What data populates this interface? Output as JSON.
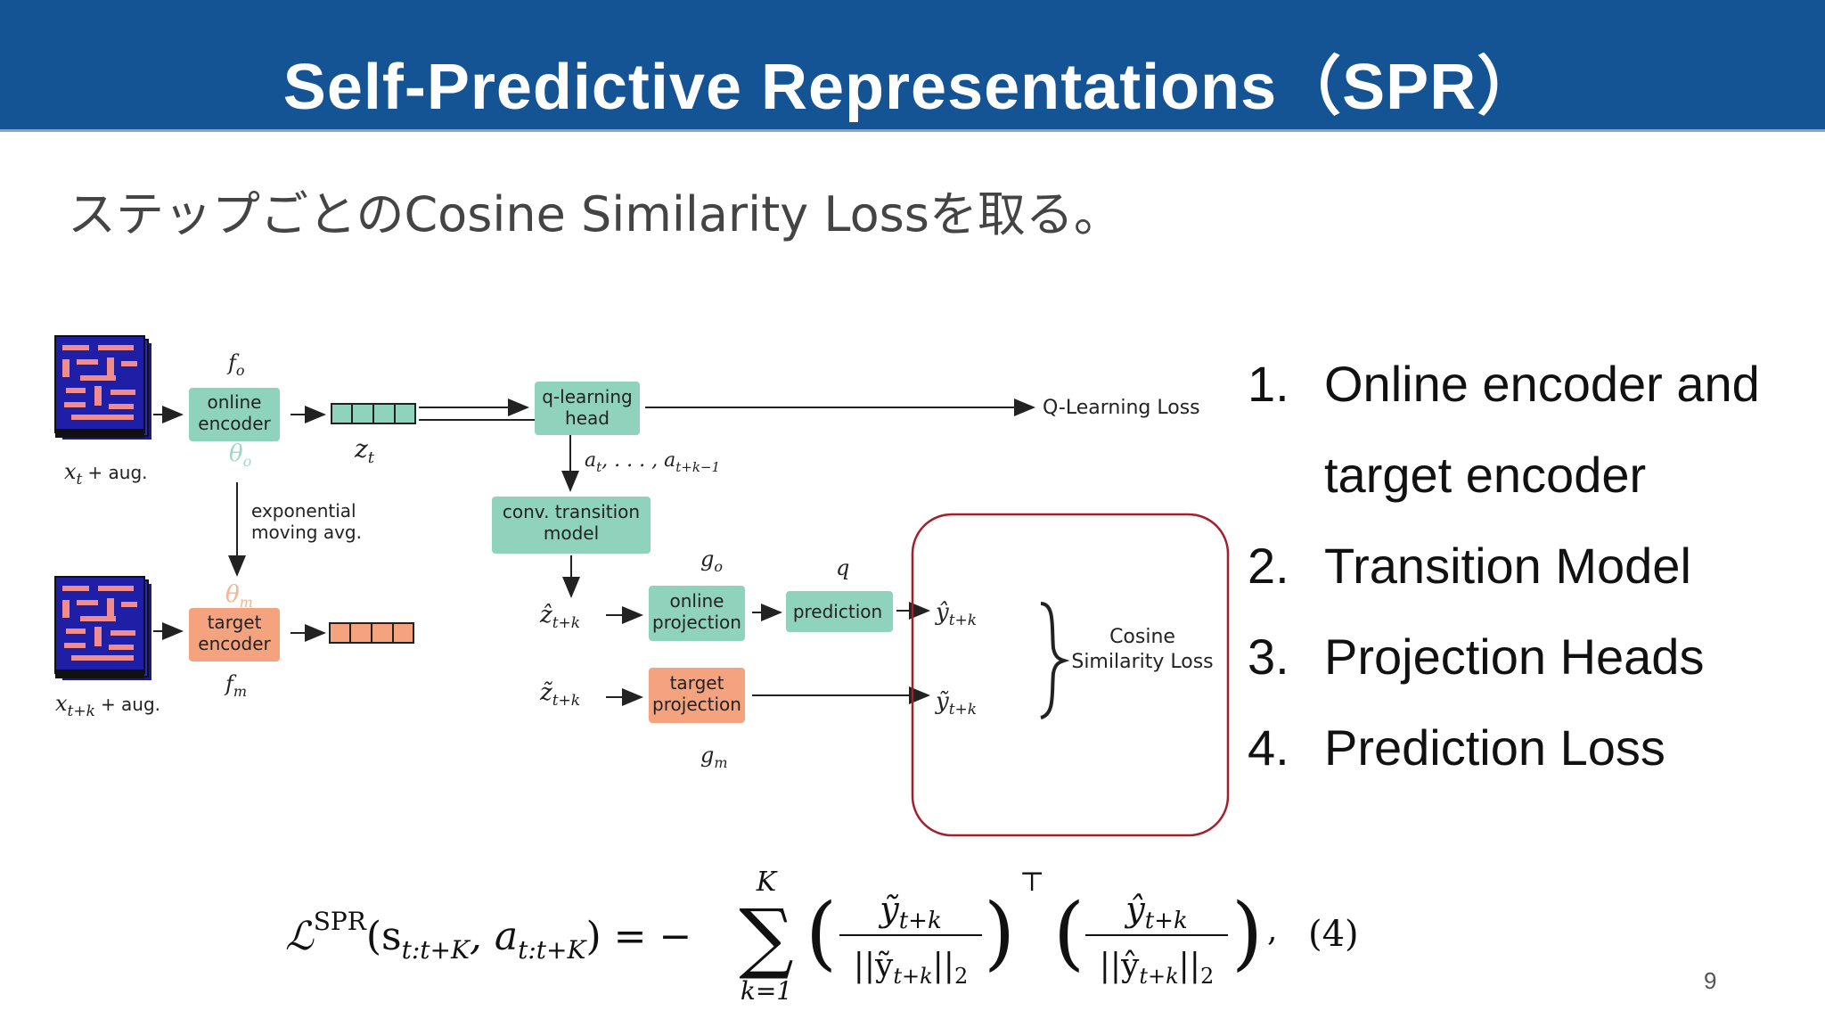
{
  "slide": {
    "title": "Self-Predictive Representations（SPR）",
    "subtitle": "ステップごとのCosine Similarity Lossを取る。",
    "page_number": "9"
  },
  "diagram": {
    "input_online_label": "x",
    "input_online_sub": "t",
    "input_online_suffix": "+ aug.",
    "input_target_label": "x",
    "input_target_sub": "t+k",
    "input_target_suffix": "+ aug.",
    "f_o": "f",
    "f_o_sub": "o",
    "f_m": "f",
    "f_m_sub": "m",
    "theta_o": "θ",
    "theta_o_sub": "o",
    "theta_m": "θ",
    "theta_m_sub": "m",
    "online_encoder": [
      "online",
      "encoder"
    ],
    "target_encoder": [
      "target",
      "encoder"
    ],
    "z_t": "z",
    "z_t_sub": "t",
    "q_learning_head": [
      "q-learning",
      "head"
    ],
    "q_learning_loss": "Q-Learning Loss",
    "actions": "a",
    "actions_sub1": "t",
    "actions_mid": ", . . . , a",
    "actions_sub2": "t+k−1",
    "conv_transition": [
      "conv. transition",
      "model"
    ],
    "ema": [
      "exponential",
      "moving avg."
    ],
    "g_o": "g",
    "g_o_sub": "o",
    "g_m": "g",
    "g_m_sub": "m",
    "q": "q",
    "z_hat": "ẑ",
    "z_hat_sub": "t+k",
    "z_tilde": "z̃",
    "z_tilde_sub": "t+k",
    "online_projection": [
      "online",
      "projection"
    ],
    "target_projection": [
      "target",
      "projection"
    ],
    "prediction": "prediction",
    "y_hat": "ŷ",
    "y_hat_sub": "t+k",
    "y_tilde": "ỹ",
    "y_tilde_sub": "t+k",
    "cosine_loss": [
      "Cosine",
      "Similarity Loss"
    ],
    "colors": {
      "online": "#8fd3bd",
      "target": "#f5a37f",
      "highlight": "#a31f2a"
    }
  },
  "list": [
    {
      "num": "1.",
      "lines": [
        "Online encoder and",
        "target encoder"
      ]
    },
    {
      "num": "2.",
      "lines": [
        "Transition Model"
      ]
    },
    {
      "num": "3.",
      "lines": [
        "Projection Heads"
      ]
    },
    {
      "num": "4.",
      "lines": [
        "Prediction Loss"
      ]
    }
  ],
  "formula": {
    "lhs": "ℒ",
    "lhs_sup": "SPR",
    "lhs_args_open": "(s",
    "lhs_s_sub": "t:t+K",
    "lhs_comma": ", a",
    "lhs_a_sub": "t:t+K",
    "lhs_close": ") = −",
    "sum_top": "K",
    "sum_bottom": "k=1",
    "frac1_num": "ỹ",
    "frac1_num_sub": "t+k",
    "frac1_den": "||ỹ",
    "frac1_den_sub": "t+k",
    "frac1_den_tail": "||",
    "frac1_den_tail_sub": "2",
    "transpose": "⊤",
    "frac2_num": "ŷ",
    "frac2_num_sub": "t+k",
    "frac2_den": "||ŷ",
    "frac2_den_sub": "t+k",
    "frac2_den_tail": "||",
    "frac2_den_tail_sub": "2",
    "trailing": ",",
    "eq_number": "(4)"
  }
}
